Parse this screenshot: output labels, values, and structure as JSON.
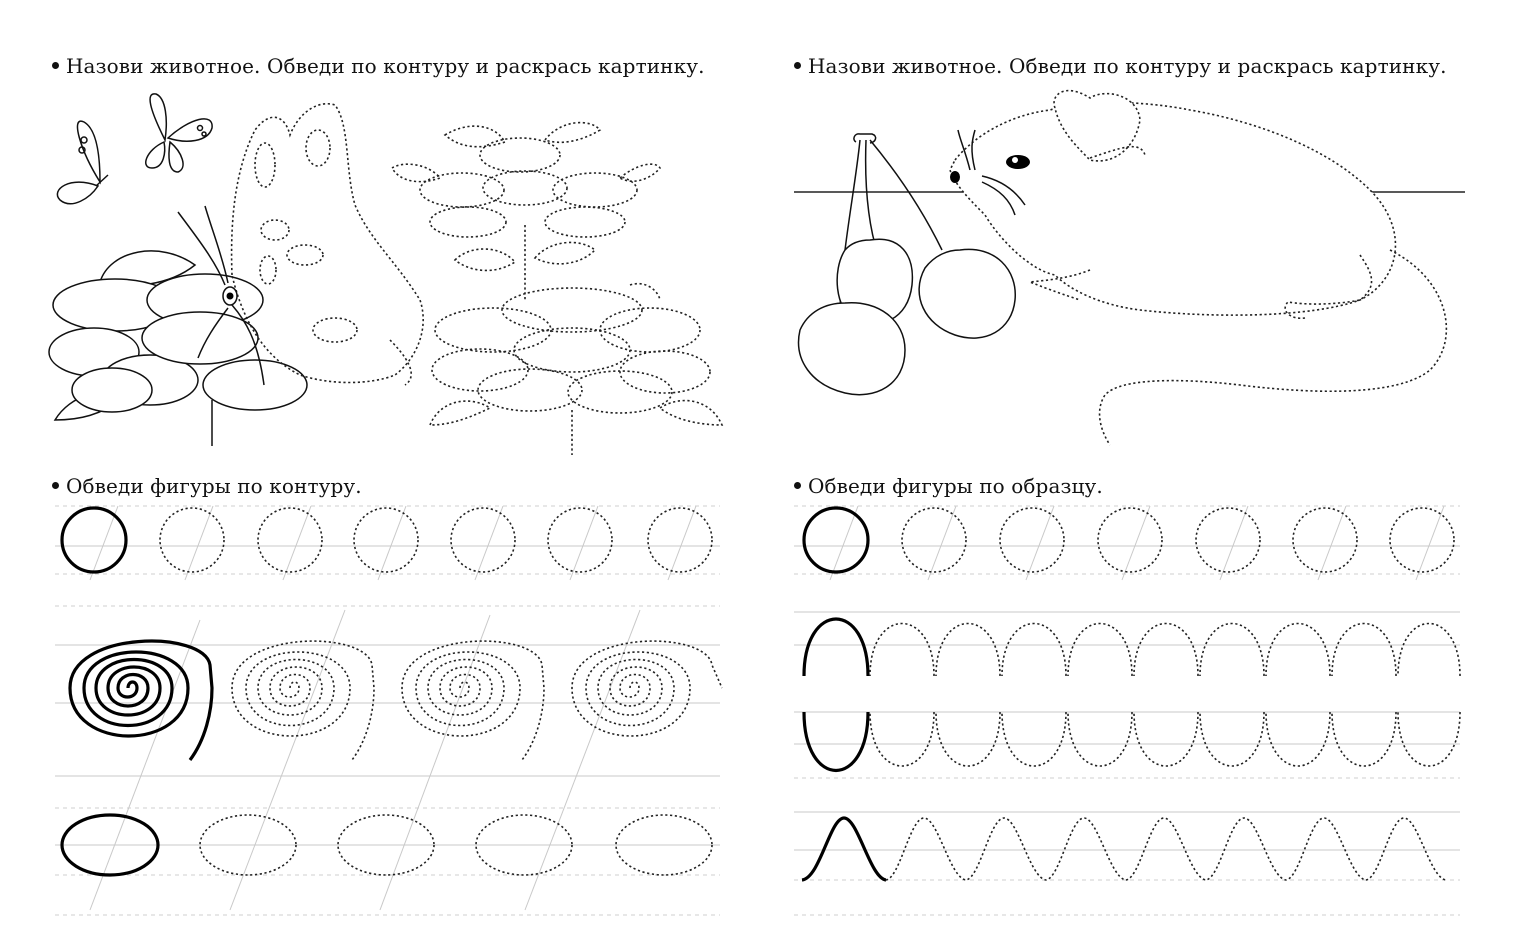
{
  "left_page": {
    "task1": "Назови животное. Обведи по контуру и раскрась картинку.",
    "task2": "Обведи фигуры по контуру."
  },
  "right_page": {
    "task1": "Назови животное. Обведи по контуру и раскрась картинку.",
    "task2": "Обведи фигуры по образцу."
  },
  "icons": [
    "butterfly-icon",
    "flower-icon",
    "mouse-icon",
    "cherry-icon"
  ]
}
